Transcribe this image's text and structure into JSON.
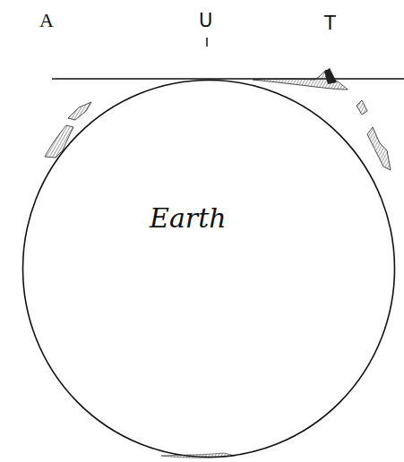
{
  "diagram": {
    "nodes": [
      {
        "text": [
          "Earth"
        ]
      }
    ],
    "labels": [
      "A",
      "U",
      "T"
    ]
  }
}
